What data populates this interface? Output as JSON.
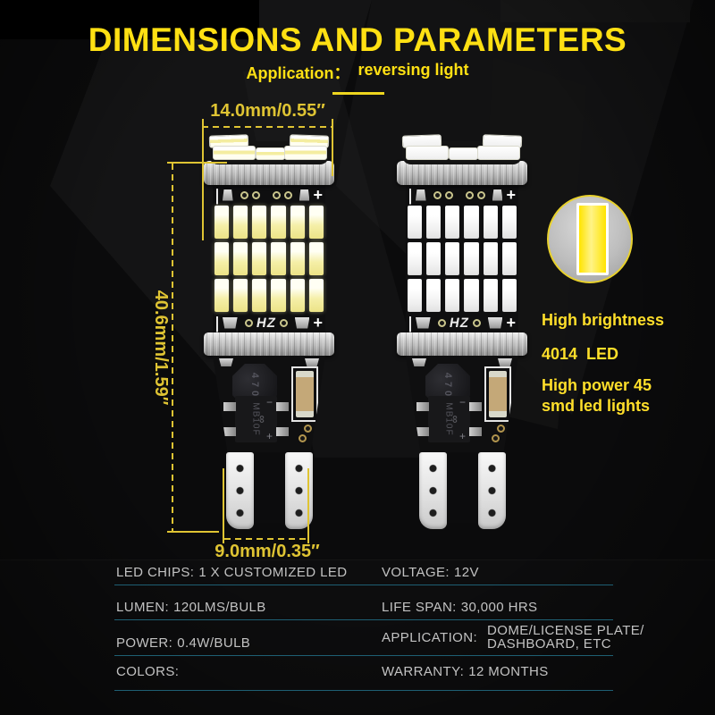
{
  "header": {
    "title": "DIMENSIONS AND PARAMETERS",
    "application_label": "Application：",
    "application_value": "reversing light"
  },
  "dimensions": {
    "width": "14.0mm/0.55″",
    "height": "40.6mm/1.59″",
    "base_width": "9.0mm/0.35″"
  },
  "features": {
    "line1": "High brightness",
    "line2": "4014  LED",
    "line3": "High power 45",
    "line4": "smd led lights"
  },
  "bulb": {
    "negative_mark": "|",
    "positive_mark": "+",
    "board_mark": "HZ",
    "inductor_label": "470",
    "ic_label": "MB10F",
    "ic_negative": "−",
    "ic_positive": "+",
    "ic_logo": "∞"
  },
  "spec_table": {
    "rows": [
      {
        "left_label": "LED CHIPS:",
        "left_value": "1 X CUSTOMIZED LED",
        "right_label": "VOLTAGE:",
        "right_value": "12V",
        "right_value2": ""
      },
      {
        "left_label": "LUMEN:",
        "left_value": "120LMS/BULB",
        "right_label": "LIFE SPAN:",
        "right_value": "30,000 HRS",
        "right_value2": ""
      },
      {
        "left_label": "POWER:",
        "left_value": "0.4W/BULB",
        "right_label": "APPLICATION:",
        "right_value": "DOME/LICENSE PLATE/",
        "right_value2": "DASHBOARD, ETC"
      },
      {
        "left_label": "COLORS:",
        "left_value": "",
        "right_label": "WARRANTY:",
        "right_value": "12 MONTHS",
        "right_value2": ""
      }
    ]
  },
  "colors": {
    "accent_yellow": "#ffe013",
    "dimension_yellow": "#dfc433",
    "separator_teal": "#1e5f73",
    "spec_text": "#c2c2c2"
  }
}
